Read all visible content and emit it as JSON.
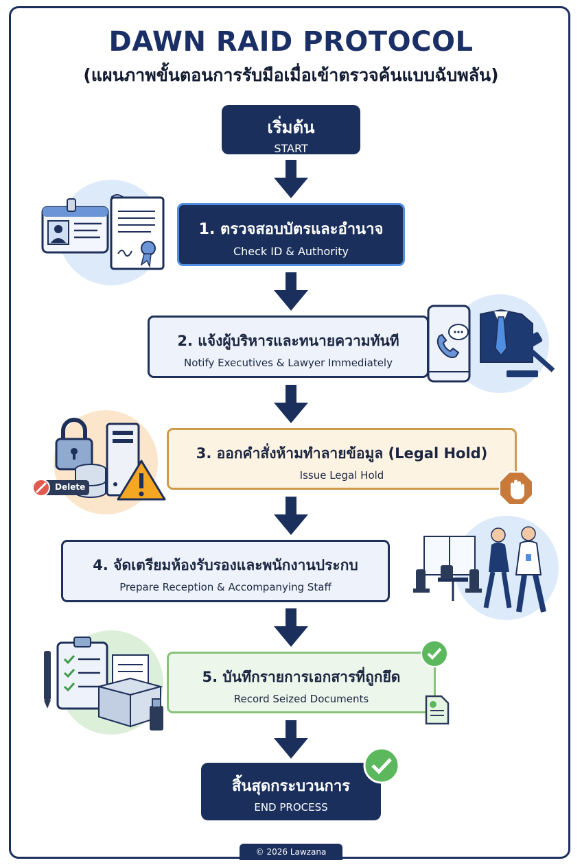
{
  "title": "DAWN RAID PROTOCOL",
  "subtitle": "(แผนภาพขั้นตอนการรับมือเมื่อเข้าตรวจค้นแบบฉับพลัน)",
  "start": {
    "th": "เริ่มต้น",
    "en": "START"
  },
  "steps": [
    {
      "th": "1. ตรวจสอบบัตรและอำนาจ",
      "en": "Check ID & Authority"
    },
    {
      "th": "2. แจ้งผู้บริหารและทนายความทันที",
      "en": "Notify Executives & Lawyer Immediately"
    },
    {
      "th": "3. ออกคำสั่งห้ามทำลายข้อมูล (Legal Hold)",
      "en": "Issue Legal Hold"
    },
    {
      "th": "4. จัดเตรียมห้องรับรองและพนักงานประกบ",
      "en": "Prepare Reception & Accompanying Staff"
    },
    {
      "th": "5. บันทึกรายการเอกสารที่ถูกยึด",
      "en": "Record Seized Documents"
    }
  ],
  "end": {
    "th": "สิ้นสุดกระบวนการ",
    "en": "END PROCESS"
  },
  "delete_badge": "Delete",
  "copyright": "© 2026 Lawzana",
  "colors": {
    "navy": "#1a2f5c",
    "blue_accent": "#4f8ee0",
    "orange": "#d09a4a",
    "green": "#86c27a",
    "warning": "#f5a623"
  },
  "icons": [
    "id-card-icon",
    "certificate-icon",
    "phone-icon",
    "lawyer-suit-icon",
    "gavel-icon",
    "lock-icon",
    "database-icon",
    "server-icon",
    "warning-icon",
    "delete-icon",
    "stop-hand-icon",
    "meeting-room-icon",
    "staff-people-icon",
    "clipboard-checklist-icon",
    "pen-icon",
    "box-icon",
    "usb-drive-icon",
    "check-circle-icon",
    "document-icon"
  ]
}
